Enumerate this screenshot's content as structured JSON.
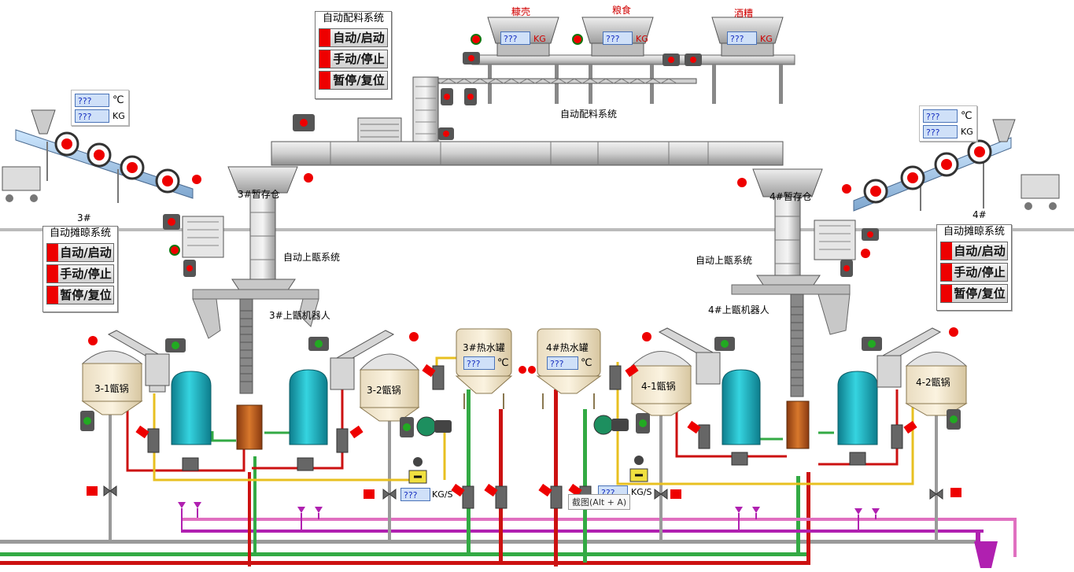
{
  "batching": {
    "top_panel_title": "自动配料系统",
    "center_label": "自动配料系统",
    "hoppers": [
      {
        "name": "糠壳",
        "value": "???",
        "unit": "KG"
      },
      {
        "name": "粮食",
        "value": "???",
        "unit": "KG"
      },
      {
        "name": "酒糟",
        "value": "???",
        "unit": "KG"
      }
    ]
  },
  "controls": {
    "auto_start": "自动/启动",
    "manual_stop": "手动/停止",
    "pause_reset": "暂停/复位"
  },
  "left_spreader": {
    "number": "3#",
    "title": "自动摊晾系统",
    "temp_value": "???",
    "temp_unit": "℃",
    "weight_value": "???",
    "weight_unit": "KG"
  },
  "right_spreader": {
    "number": "4#",
    "title": "自动摊晾系统",
    "temp_value": "???",
    "temp_unit": "℃",
    "weight_value": "???",
    "weight_unit": "KG"
  },
  "labels": {
    "bin3": "3#暂存仓",
    "bin4": "4#暂存仓",
    "loader_left": "自动上甑系统",
    "loader_right": "自动上甑系统",
    "robot3": "3#上甑机器人",
    "robot4": "4#上甑机器人",
    "pot31": "3-1甑锅",
    "pot32": "3-2甑锅",
    "pot41": "4-1甑锅",
    "pot42": "4-2甑锅"
  },
  "tanks": {
    "tank3": {
      "name": "3#热水罐",
      "value": "???",
      "unit": "℃"
    },
    "tank4": {
      "name": "4#热水罐",
      "value": "???",
      "unit": "℃"
    }
  },
  "flow": {
    "left_value": "???",
    "right_value": "???",
    "unit": "KG/S"
  },
  "tooltip": "截图(Alt + A)",
  "colors": {
    "pipe_red": "#cc1111",
    "pipe_green": "#33aa44",
    "pipe_yellow": "#e8c020",
    "pipe_grey": "#9a9a9a",
    "pipe_purple": "#b020b0",
    "pipe_pink": "#e070c0",
    "vessel_teal": "#20b8c8",
    "indicator_red": "#ee0000",
    "indicator_green": "#22aa22"
  }
}
